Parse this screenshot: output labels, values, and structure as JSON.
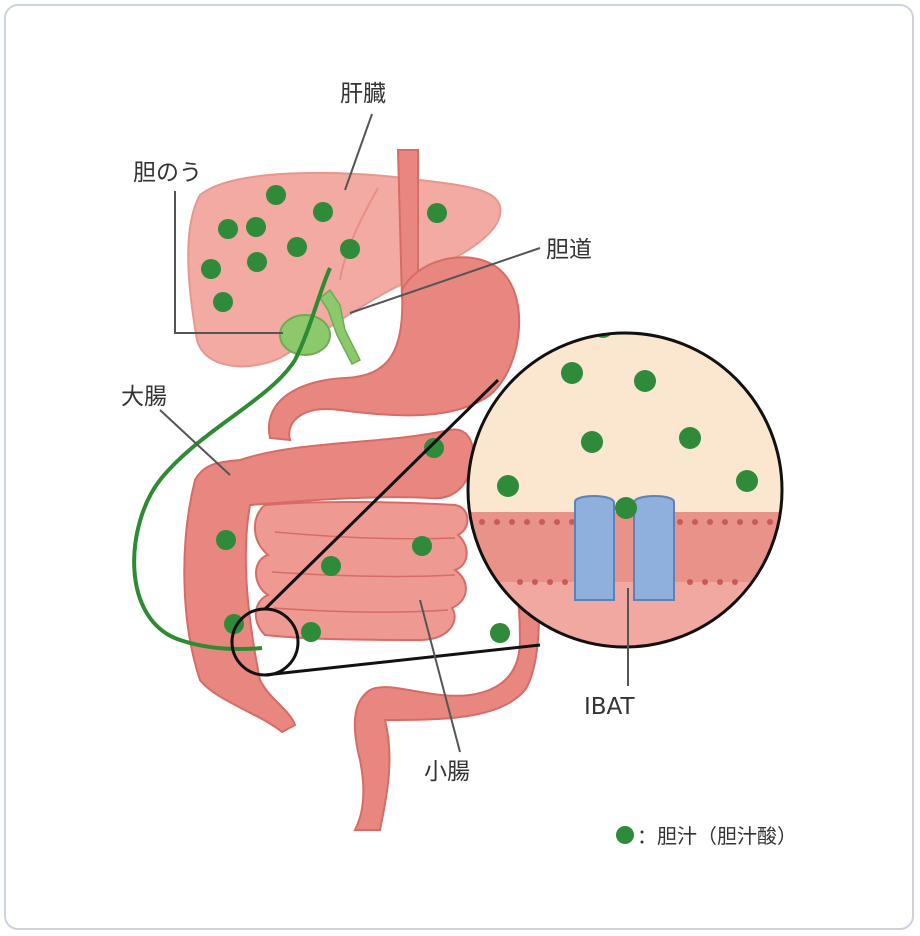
{
  "labels": {
    "liver": "肝臓",
    "gallbladder": "胆のう",
    "bile_duct": "胆道",
    "large_intestine": "大腸",
    "small_intestine": "小腸",
    "ibat": "IBAT"
  },
  "legend": {
    "text": "：胆汁（胆汁酸）"
  },
  "colors": {
    "organ": "#e8877f",
    "organ_dark": "#d76b66",
    "liver": "#f3aaa2",
    "bile": "#3a8f3a",
    "bile_dot": "#2f8a3a",
    "gallbladder": "#8cc86c",
    "lumen": "#fbe6cf",
    "transporter": "#8fb0dc",
    "line": "#555555"
  },
  "icons": {
    "legend_marker": "bile-dot-icon"
  }
}
